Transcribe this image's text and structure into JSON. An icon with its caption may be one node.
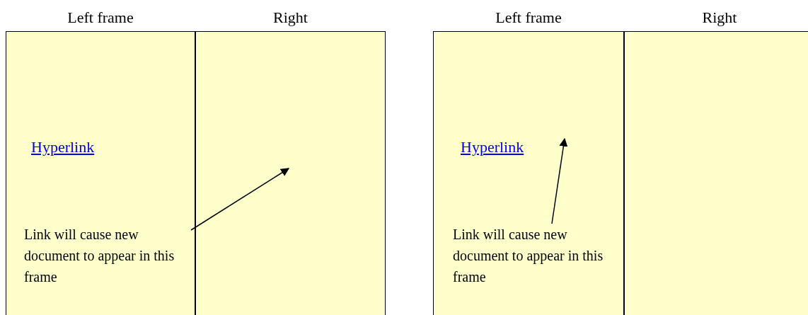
{
  "diagram": {
    "nodes": [
      {
        "text": [
          "Left frame",
          "Hyperlink"
        ]
      },
      {
        "text": [
          "Link will cause new document to appear in this frame"
        ],
        "in": 0
      },
      {
        "text": [
          "Right"
        ]
      },
      {
        "text": [
          "Left frame",
          "Hyperlink"
        ]
      },
      {
        "text": [
          "Link will cause new document to appear in this frame"
        ],
        "in": 3
      },
      {
        "text": [
          "Right"
        ]
      }
    ],
    "edges": [
      {
        "from": 1,
        "to": 2,
        "arrow": "to"
      },
      {
        "from": 4,
        "to": 3,
        "arrow": "to"
      }
    ]
  }
}
